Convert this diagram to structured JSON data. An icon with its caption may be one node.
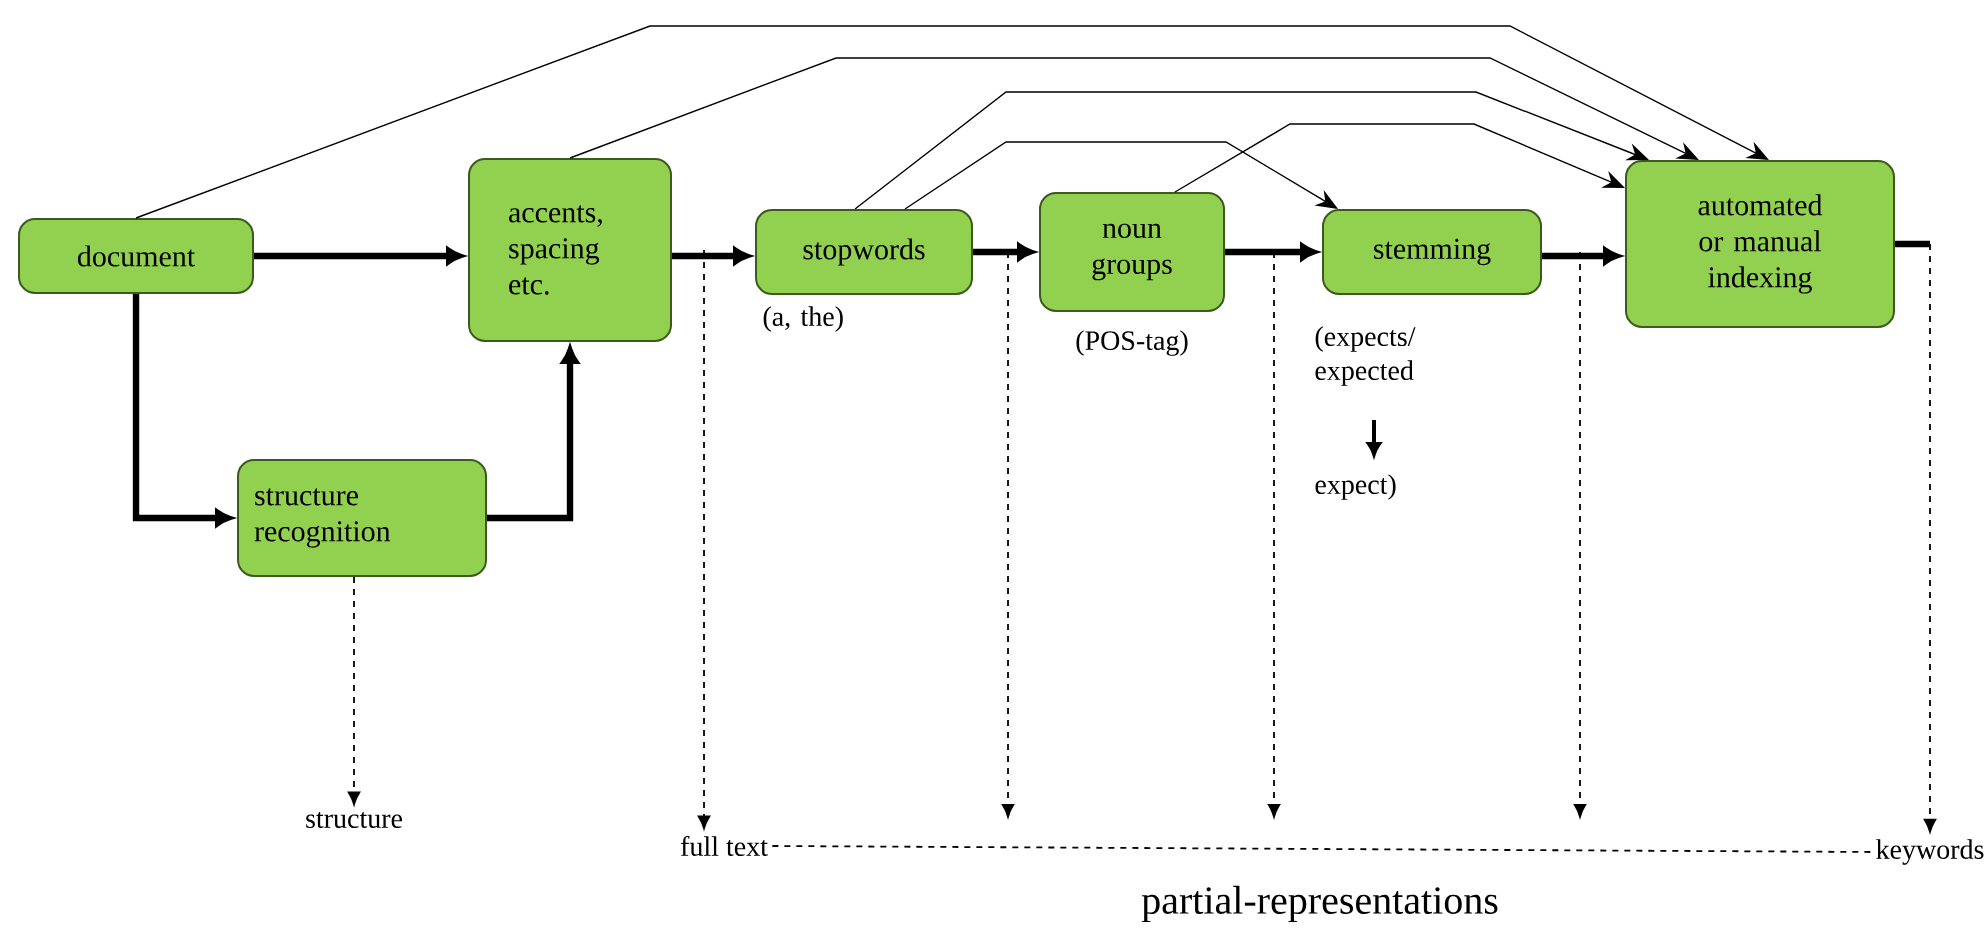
{
  "diagram": {
    "nodes": [
      {
        "text": [
          "document"
        ]
      },
      {
        "text": [
          "accents, spacing etc."
        ]
      },
      {
        "text": [
          "structure recognition"
        ]
      },
      {
        "text": [
          "stopwords"
        ],
        "beside": [
          "(a, the)"
        ]
      },
      {
        "text": [
          "noun groups"
        ],
        "beside": [
          "(POS-tag)"
        ]
      },
      {
        "text": [
          "stemming"
        ],
        "beside": [
          "(expects/ expected",
          "expect)"
        ]
      },
      {
        "text": [
          "automated or manual indexing"
        ]
      },
      {
        "text": [
          "structure"
        ]
      },
      {
        "text": [
          "full text"
        ]
      },
      {
        "text": [
          "keywords"
        ]
      }
    ],
    "edges": [
      {
        "from": 0,
        "to": 1,
        "arrow": "to",
        "style": "thick"
      },
      {
        "from": 0,
        "to": 2,
        "arrow": "to",
        "style": "thick"
      },
      {
        "from": 2,
        "to": 1,
        "arrow": "to",
        "style": "thick"
      },
      {
        "from": 1,
        "to": 3,
        "arrow": "to",
        "style": "thick"
      },
      {
        "from": 3,
        "to": 4,
        "arrow": "to",
        "style": "thick"
      },
      {
        "from": 4,
        "to": 5,
        "arrow": "to",
        "style": "thick"
      },
      {
        "from": 5,
        "to": 6,
        "arrow": "to",
        "style": "thick"
      },
      {
        "from": 0,
        "to": 6,
        "arrow": "to"
      },
      {
        "from": 1,
        "to": 6,
        "arrow": "to"
      },
      {
        "from": 3,
        "to": 6,
        "arrow": "to"
      },
      {
        "from": 3,
        "to": 5,
        "arrow": "to"
      },
      {
        "from": 4,
        "to": 6,
        "arrow": "to"
      },
      {
        "from": 2,
        "to": 7,
        "arrow": "to",
        "style": "dashed"
      },
      {
        "from": 1,
        "to": 8,
        "arrow": "to",
        "style": "dashed"
      },
      {
        "from": 3,
        "to": null,
        "arrow": "to",
        "style": "dashed"
      },
      {
        "from": 4,
        "to": null,
        "arrow": "to",
        "style": "dashed"
      },
      {
        "from": 5,
        "to": null,
        "arrow": "to",
        "style": "dashed"
      },
      {
        "from": 6,
        "to": 9,
        "arrow": "to",
        "style": "dashed"
      },
      {
        "from": 8,
        "to": 9,
        "arrow": "none",
        "style": "dashed"
      }
    ],
    "labels": [
      "partial-representations"
    ]
  }
}
